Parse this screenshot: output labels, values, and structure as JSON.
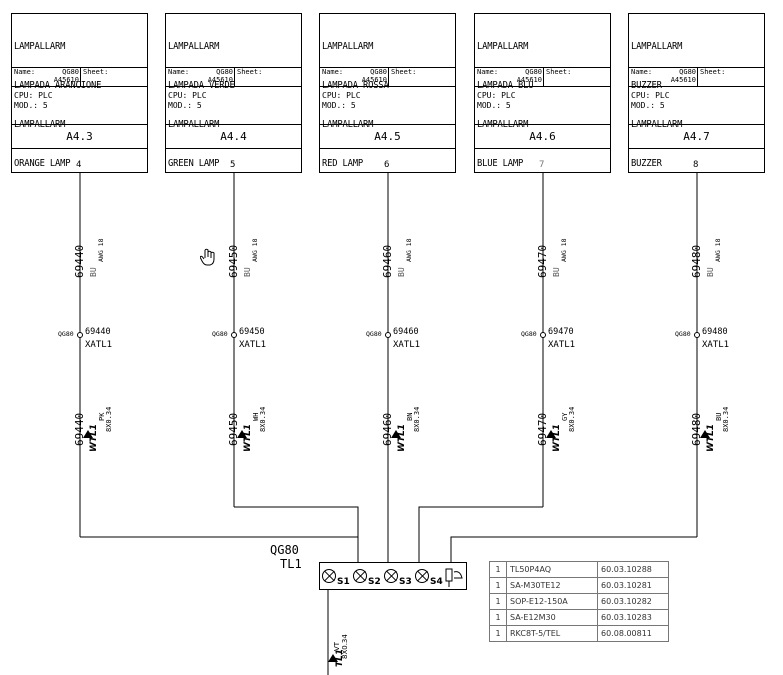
{
  "boxes": [
    {
      "lines": [
        "LAMPALLARM",
        "LAMPADA ARANCIONE",
        "LAMPALLARM",
        "ORANGE LAMP"
      ],
      "name_label": "Name:",
      "code": "QG80",
      "code2": "A45610",
      "sheet_label": "Sheet:",
      "cpu": "CPU: PLC",
      "mod": "MOD.: 5",
      "ref": "A4.3",
      "num": "4",
      "wire": "69440",
      "wire_color": "BU",
      "awg": "AWG 18",
      "terminal_tag": "QG80",
      "terminal": "69440",
      "strip": "XATL1",
      "wire2": "69440",
      "cable": "WTL1",
      "core_color": "PK",
      "size": "8X0.34"
    },
    {
      "lines": [
        "LAMPALLARM",
        "LAMPADA VERDE",
        "LAMPALLARM",
        "GREEN LAMP"
      ],
      "name_label": "Name:",
      "code": "QG80",
      "code2": "A45610",
      "sheet_label": "Sheet:",
      "cpu": "CPU: PLC",
      "mod": "MOD.: 5",
      "ref": "A4.4",
      "num": "5",
      "wire": "69450",
      "wire_color": "BU",
      "awg": "AWG 18",
      "terminal_tag": "QG80",
      "terminal": "69450",
      "strip": "XATL1",
      "wire2": "69450",
      "cable": "WTL1",
      "core_color": "WH",
      "size": "8X0.34"
    },
    {
      "lines": [
        "LAMPALLARM",
        "LAMPADA ROSSA",
        "LAMPALLARM",
        "RED LAMP"
      ],
      "name_label": "Name:",
      "code": "QG80",
      "code2": "A45610",
      "sheet_label": "Sheet:",
      "cpu": "CPU: PLC",
      "mod": "MOD.: 5",
      "ref": "A4.5",
      "num": "6",
      "wire": "69460",
      "wire_color": "BU",
      "awg": "AWG 18",
      "terminal_tag": "QG80",
      "terminal": "69460",
      "strip": "XATL1",
      "wire2": "69460",
      "cable": "WTL1",
      "core_color": "BN",
      "size": "8X0.34"
    },
    {
      "lines": [
        "LAMPALLARM",
        "LAMPADA BLU",
        "LAMPALLARM",
        "BLUE LAMP"
      ],
      "name_label": "Name:",
      "code": "QG80",
      "code2": "A45610",
      "sheet_label": "Sheet:",
      "cpu": "CPU: PLC",
      "mod": "MOD.: 5",
      "ref": "A4.6",
      "num": "7",
      "wire": "69470",
      "wire_color": "BU",
      "awg": "AWG 18",
      "terminal_tag": "QG80",
      "terminal": "69470",
      "strip": "XATL1",
      "wire2": "69470",
      "cable": "WTL1",
      "core_color": "GY",
      "size": "8X0.34"
    },
    {
      "lines": [
        "LAMPALLARM",
        "BUZZER",
        "LAMPALLARM",
        "BUZZER"
      ],
      "name_label": "Name:",
      "code": "QG80",
      "code2": "A45610",
      "sheet_label": "Sheet:",
      "cpu": "CPU: PLC",
      "mod": "MOD.: 5",
      "ref": "A4.7",
      "num": "8",
      "wire": "69480",
      "wire_color": "BU",
      "awg": "AWG 18",
      "terminal_tag": "QG80",
      "terminal": "69480",
      "strip": "XATL1",
      "wire2": "69480",
      "cable": "WTL1",
      "core_color": "BU",
      "size": "8X0.34"
    }
  ],
  "device": {
    "name1": "QG80",
    "name2": "TL1",
    "s_labels": [
      "S1",
      "S2",
      "S3",
      "S4"
    ]
  },
  "bottom_cable": {
    "cable": "TL1",
    "color": "VT",
    "size": "8X0.34"
  },
  "bom": [
    {
      "qty": "1",
      "part": "TL50P4AQ",
      "code": "60.03.10288"
    },
    {
      "qty": "1",
      "part": "SA-M30TE12",
      "code": "60.03.10281"
    },
    {
      "qty": "1",
      "part": "SOP-E12-150A",
      "code": "60.03.10282"
    },
    {
      "qty": "1",
      "part": "SA-E12M30",
      "code": "60.03.10283"
    },
    {
      "qty": "1",
      "part": "RKC8T-5/TEL",
      "code": "60.08.00811"
    }
  ],
  "colors": {
    "line": "#000000",
    "muted": "#777777"
  },
  "cursor_icon": "hand-pointer-icon"
}
